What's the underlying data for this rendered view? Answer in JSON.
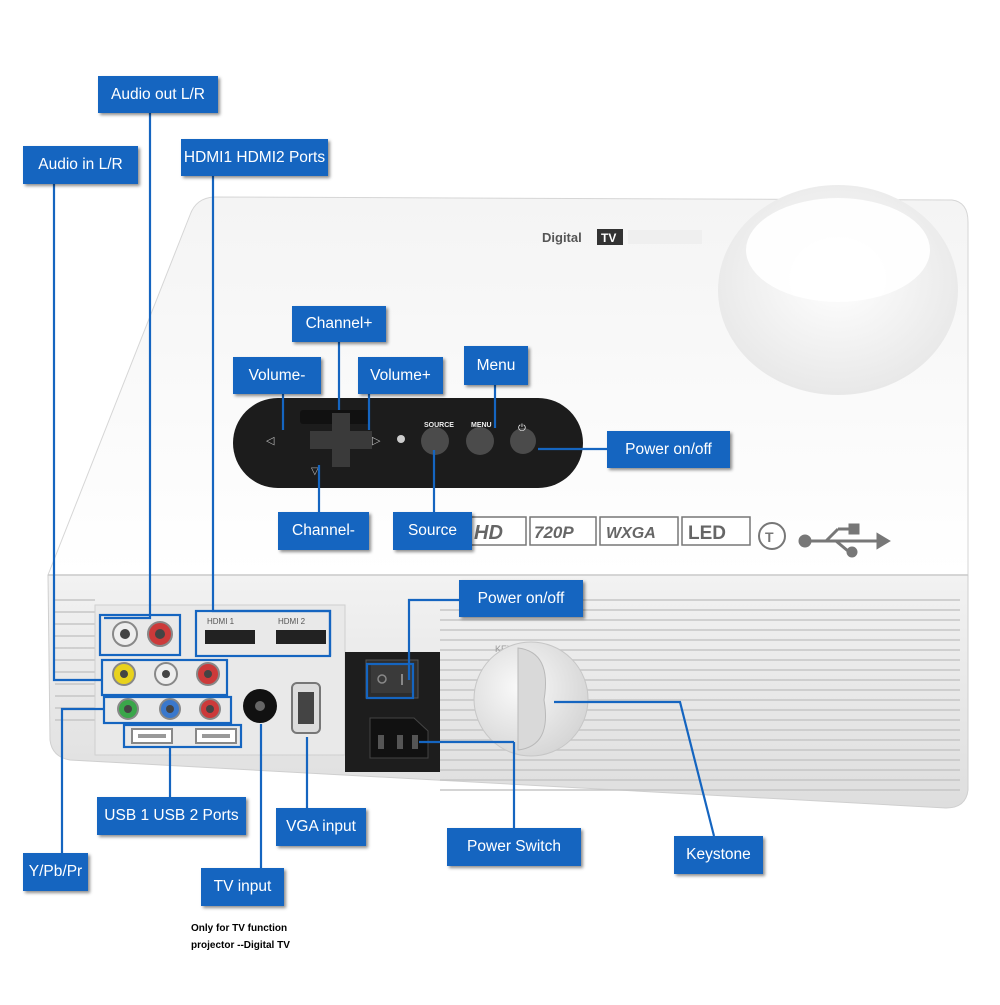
{
  "callouts": {
    "audio_out": "Audio out L/R",
    "audio_in": "Audio in L/R",
    "hdmi": "HDMI1 HDMI2 Ports",
    "channel_plus": "Channel+",
    "volume_minus": "Volume-",
    "volume_plus": "Volume+",
    "menu": "Menu",
    "power_top": "Power on/off",
    "channel_minus": "Channel-",
    "source": "Source",
    "power_back": "Power on/off",
    "usb": "USB 1 USB 2 Ports",
    "vga": "VGA input",
    "power_switch": "Power Switch",
    "keystone": "Keystone",
    "ypbpr": "Y/Pb/Pr",
    "tv_input": "TV input"
  },
  "note": {
    "line1": "Only  for TV function",
    "line2": "projector --Digital TV"
  },
  "device": {
    "brand": "Digital",
    "brand_badge": "TV",
    "feature_badges": [
      "HD",
      "720P",
      "WXGA",
      "LED"
    ],
    "panel_buttons": {
      "source": "SOURCE",
      "menu": "MENU"
    },
    "ports": {
      "hdmi1": "HDMI 1",
      "hdmi2": "HDMI 2",
      "keystone": "KEYSTONE"
    }
  },
  "colors": {
    "callout_bg": "#1565c0",
    "line": "#1565c0",
    "panel": "#1c1c1c"
  }
}
